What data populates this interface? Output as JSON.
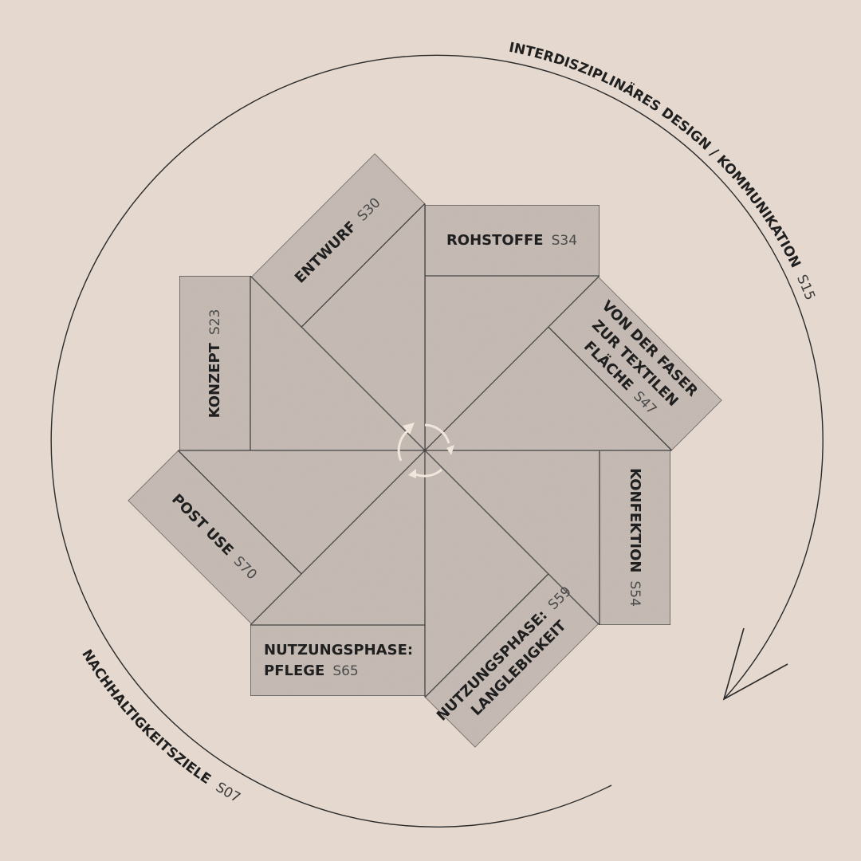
{
  "colors": {
    "background": "#e5d8ce",
    "blade": "#c5bbb4",
    "line": "#444444",
    "icon": "#f0e6dc"
  },
  "outer_cycle": {
    "top_label": "INTERDISZIPLINÄRES DESIGN / KOMMUNIKATION",
    "top_page": "S15",
    "bottom_label": "NACHHALTIGKEITSZIELE",
    "bottom_page": "S07"
  },
  "center_icon": "cycle-arrows-icon",
  "blades": [
    {
      "id": "rohstoffe",
      "lines": [
        "ROHSTOFFE"
      ],
      "page": "S34"
    },
    {
      "id": "von-der-faser",
      "lines": [
        "VON DER FASER",
        "ZUR TEXTILEN",
        "FLÄCHE"
      ],
      "page": "S47"
    },
    {
      "id": "konfektion",
      "lines": [
        "KONFEKTION"
      ],
      "page": "S54"
    },
    {
      "id": "langlebigkeit",
      "lines": [
        "NUTZUNGSPHASE:",
        "LANGLEBIGKEIT"
      ],
      "page": "S59"
    },
    {
      "id": "pflege",
      "lines": [
        "NUTZUNGSPHASE:",
        "PFLEGE"
      ],
      "page": "S65"
    },
    {
      "id": "post-use",
      "lines": [
        "POST USE"
      ],
      "page": "S70"
    },
    {
      "id": "konzept",
      "lines": [
        "KONZEPT"
      ],
      "page": "S23"
    },
    {
      "id": "entwurf",
      "lines": [
        "ENTWURF"
      ],
      "page": "S30"
    }
  ]
}
